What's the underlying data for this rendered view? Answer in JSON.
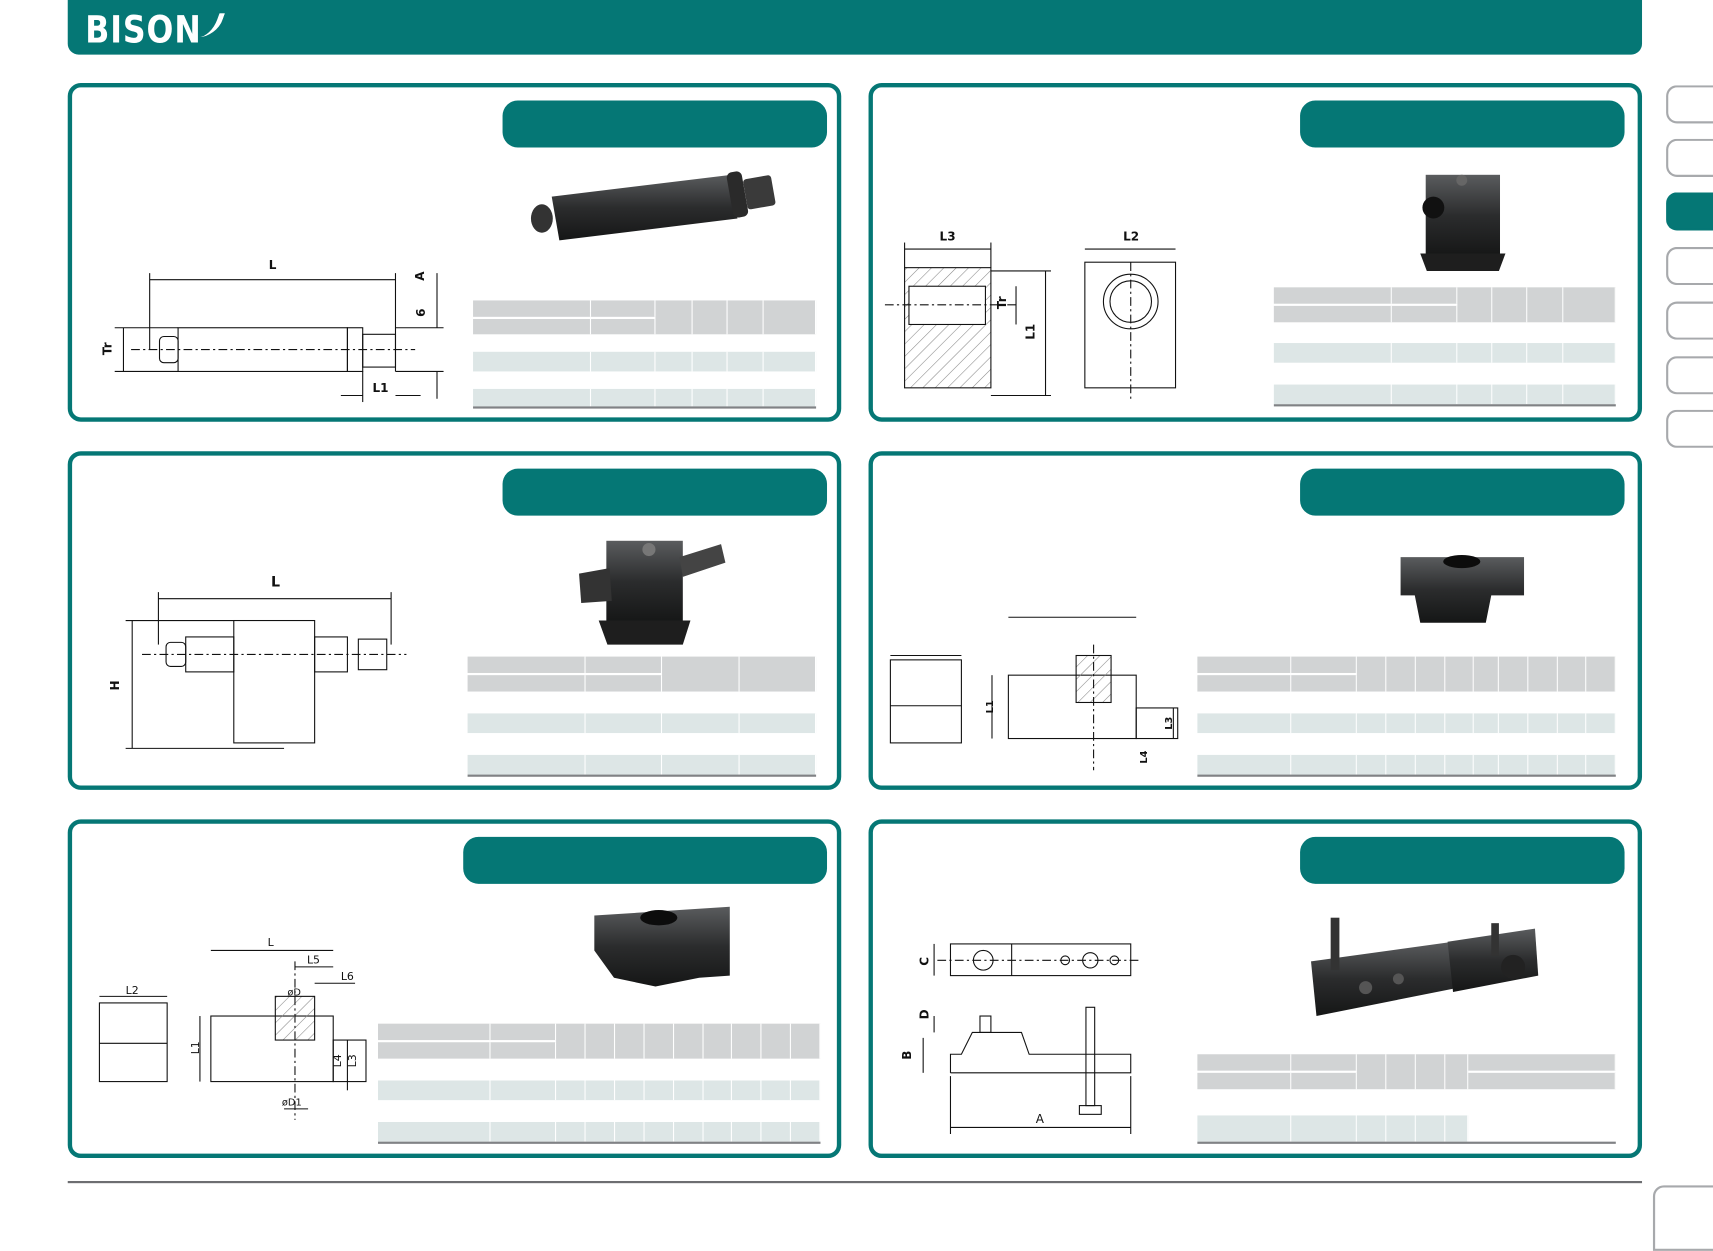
{
  "brand": {
    "logo_text": "BISON",
    "accent_color": "#057775"
  },
  "side_tabs": {
    "count": 7,
    "active_index": 2
  },
  "drawings": {
    "p1": {
      "L": "L",
      "Tr": "Tr",
      "A": "A",
      "six": "6",
      "L1": "L1"
    },
    "p2": {
      "L3": "L3",
      "L2": "L2",
      "Tr": "Tr",
      "L1": "L1"
    },
    "p3": {
      "L": "L",
      "H": "H"
    },
    "p4": {
      "L1": "L1",
      "L3": "L3",
      "L4": "L4"
    },
    "p5": {
      "L": "L",
      "L2": "L2",
      "L5": "L5",
      "L6": "L6",
      "D": "øD",
      "D1": "øD1",
      "L1": "L1",
      "L3": "L3",
      "L4": "L4"
    },
    "p6": {
      "C": "C",
      "D": "D",
      "B": "B",
      "A": "A"
    }
  }
}
